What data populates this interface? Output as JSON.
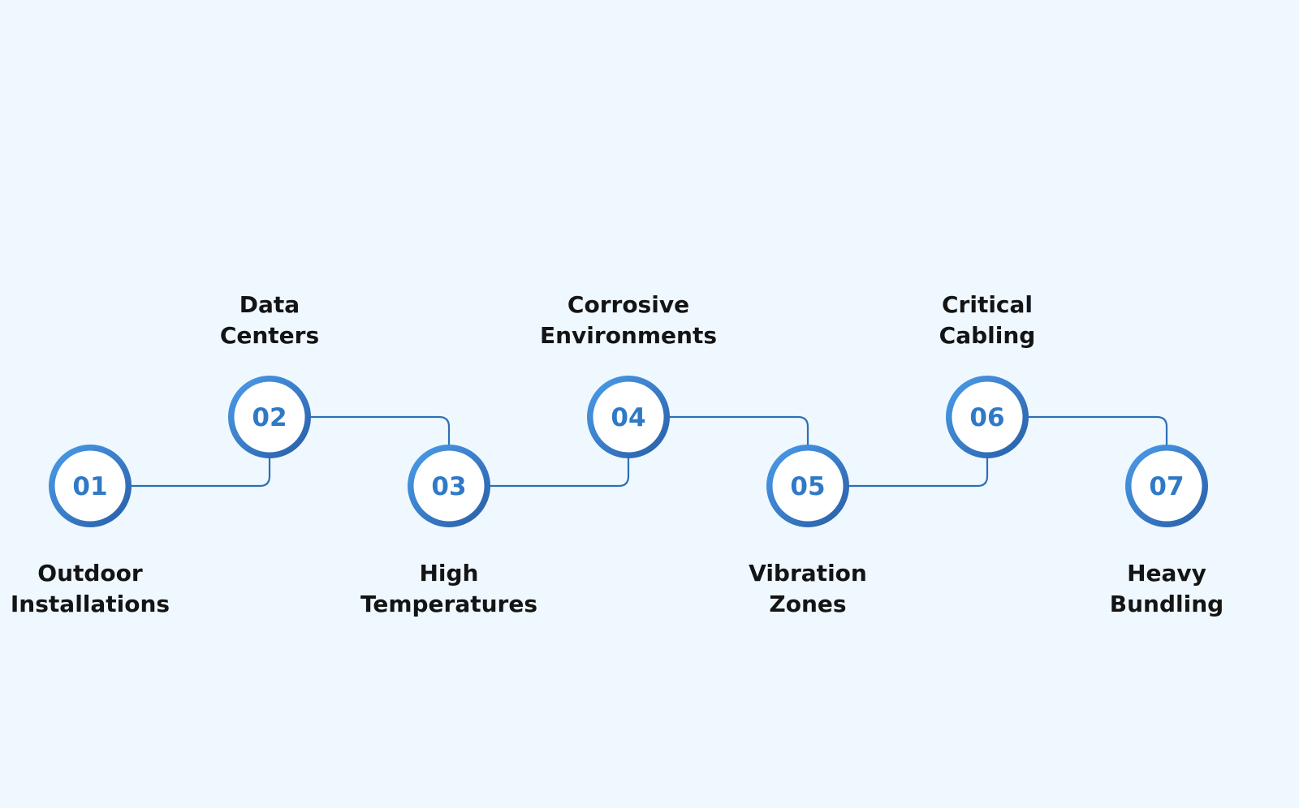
{
  "steps": [
    {
      "number": "01",
      "label_lines": [
        "Outdoor",
        "Installations"
      ],
      "position": "bottom"
    },
    {
      "number": "02",
      "label_lines": [
        "Data",
        "Centers"
      ],
      "position": "top"
    },
    {
      "number": "03",
      "label_lines": [
        "High",
        "Temperatures"
      ],
      "position": "bottom"
    },
    {
      "number": "04",
      "label_lines": [
        "Corrosive",
        "Environments"
      ],
      "position": "top"
    },
    {
      "number": "05",
      "label_lines": [
        "Vibration",
        "Zones"
      ],
      "position": "bottom"
    },
    {
      "number": "06",
      "label_lines": [
        "Critical",
        "Cabling"
      ],
      "position": "top"
    },
    {
      "number": "07",
      "label_lines": [
        "Heavy",
        "Bundling"
      ],
      "position": "bottom"
    }
  ],
  "colors": {
    "background": "#eff8fe",
    "ring_light": "#4a9be8",
    "ring_dark": "#2a5fa8",
    "number_text": "#2f79c6",
    "label_text": "#141414",
    "connector": "#2d6fb6"
  }
}
